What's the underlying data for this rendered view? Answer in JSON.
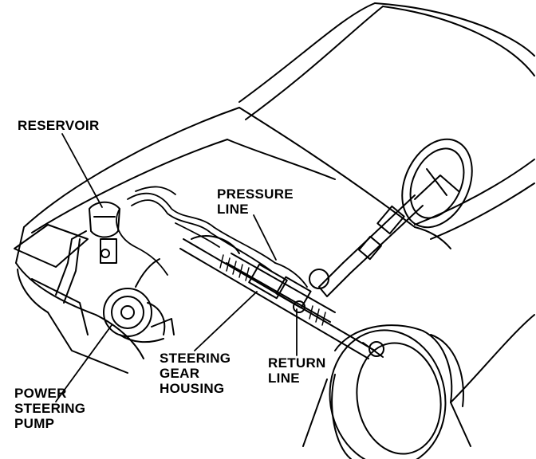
{
  "labels": {
    "reservoir": [
      "RESERVOIR"
    ],
    "pressure_line": [
      "PRESSURE",
      "LINE"
    ],
    "steering_gear_housing": [
      "STEERING",
      "GEAR",
      "HOUSING"
    ],
    "return_line": [
      "RETURN",
      "LINE"
    ],
    "power_steering_pump": [
      "POWER",
      "STEERING",
      "PUMP"
    ]
  },
  "colors": {
    "ink": "#000000",
    "paper": "#ffffff"
  }
}
